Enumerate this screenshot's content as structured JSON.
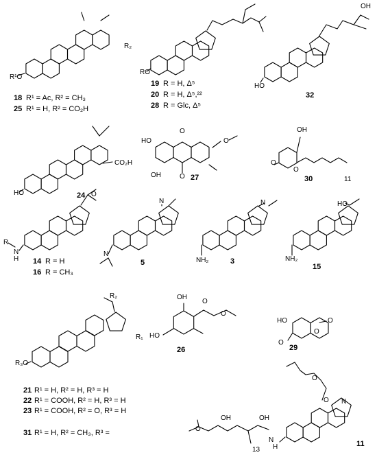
{
  "compounds": [
    {
      "id": "c18",
      "number": "18",
      "caption": "R¹ = Ac, R² = CH₃"
    },
    {
      "id": "c25",
      "number": "25",
      "caption": "R¹ = H, R² = CO₂H"
    },
    {
      "id": "c19",
      "number": "19",
      "caption": "R = H, Δ⁵"
    },
    {
      "id": "c20",
      "number": "20",
      "caption": "R = H, Δ⁵,²²"
    },
    {
      "id": "c28",
      "number": "28",
      "caption": "R = Glc, Δ⁵"
    },
    {
      "id": "c32",
      "number": "32",
      "caption": ""
    },
    {
      "id": "c24",
      "number": "24",
      "caption": ""
    },
    {
      "id": "c27",
      "number": "27",
      "caption": ""
    },
    {
      "id": "c30",
      "number": "30",
      "caption": ""
    },
    {
      "id": "c14",
      "number": "14",
      "caption": "R = H"
    },
    {
      "id": "c16",
      "number": "16",
      "caption": "R = CH₃"
    },
    {
      "id": "c5",
      "number": "5",
      "caption": ""
    },
    {
      "id": "c3",
      "number": "3",
      "caption": ""
    },
    {
      "id": "c15",
      "number": "15",
      "caption": ""
    },
    {
      "id": "c26",
      "number": "26",
      "caption": ""
    },
    {
      "id": "c29",
      "number": "29",
      "caption": ""
    },
    {
      "id": "c21",
      "number": "21",
      "caption": "R¹ = H, R² = H, R³ = H"
    },
    {
      "id": "c22",
      "number": "22",
      "caption": "R¹ = COOH, R² = H, R³ = H"
    },
    {
      "id": "c23",
      "number": "23",
      "caption": "R¹ = COOH, R² = O, R³ = H"
    },
    {
      "id": "c31",
      "number": "31",
      "caption": "R¹ = H, R² = CH₃, R³ ="
    },
    {
      "id": "c11",
      "number": "11",
      "caption": ""
    }
  ],
  "atom_labels": {
    "r1o_18": "R¹O",
    "r2_18": "R₂",
    "ro_19": "RO",
    "ho_32": "HO",
    "oh_32": "OH",
    "ho_24": "HO",
    "co2h_24": "CO₂H",
    "ho_27a": "HO",
    "oh_27b": "OH",
    "o_27c": "O",
    "o_27d": "O",
    "o_27e": "O",
    "oh_30": "OH",
    "o_30a": "O",
    "o_30b": "O",
    "sub_30": "11",
    "o_14": "O",
    "nh_14": "N",
    "h_14": "H",
    "r_14": "R",
    "n_5a": "N",
    "n_5b": "N",
    "n_3": "N",
    "nh2_3": "NH₂",
    "ho_15": "HO",
    "nh2_15": "NH₂",
    "r2_21": "R₂",
    "r1_21": "R₁",
    "r3o_21": "R₃O",
    "oh_26a": "OH",
    "ho_26b": "HO",
    "o_26c": "O",
    "o_26d": "O",
    "ho_29": "HO",
    "o_29a": "O",
    "o_29b": "O",
    "o_29c": "O",
    "o_31": "O",
    "oh_31a": "OH",
    "oh_31b": "OH",
    "sub_31": "13",
    "o_11a": "O",
    "o_11b": "O",
    "n_11a": "N",
    "n_11b": "N",
    "h_11": "H"
  }
}
